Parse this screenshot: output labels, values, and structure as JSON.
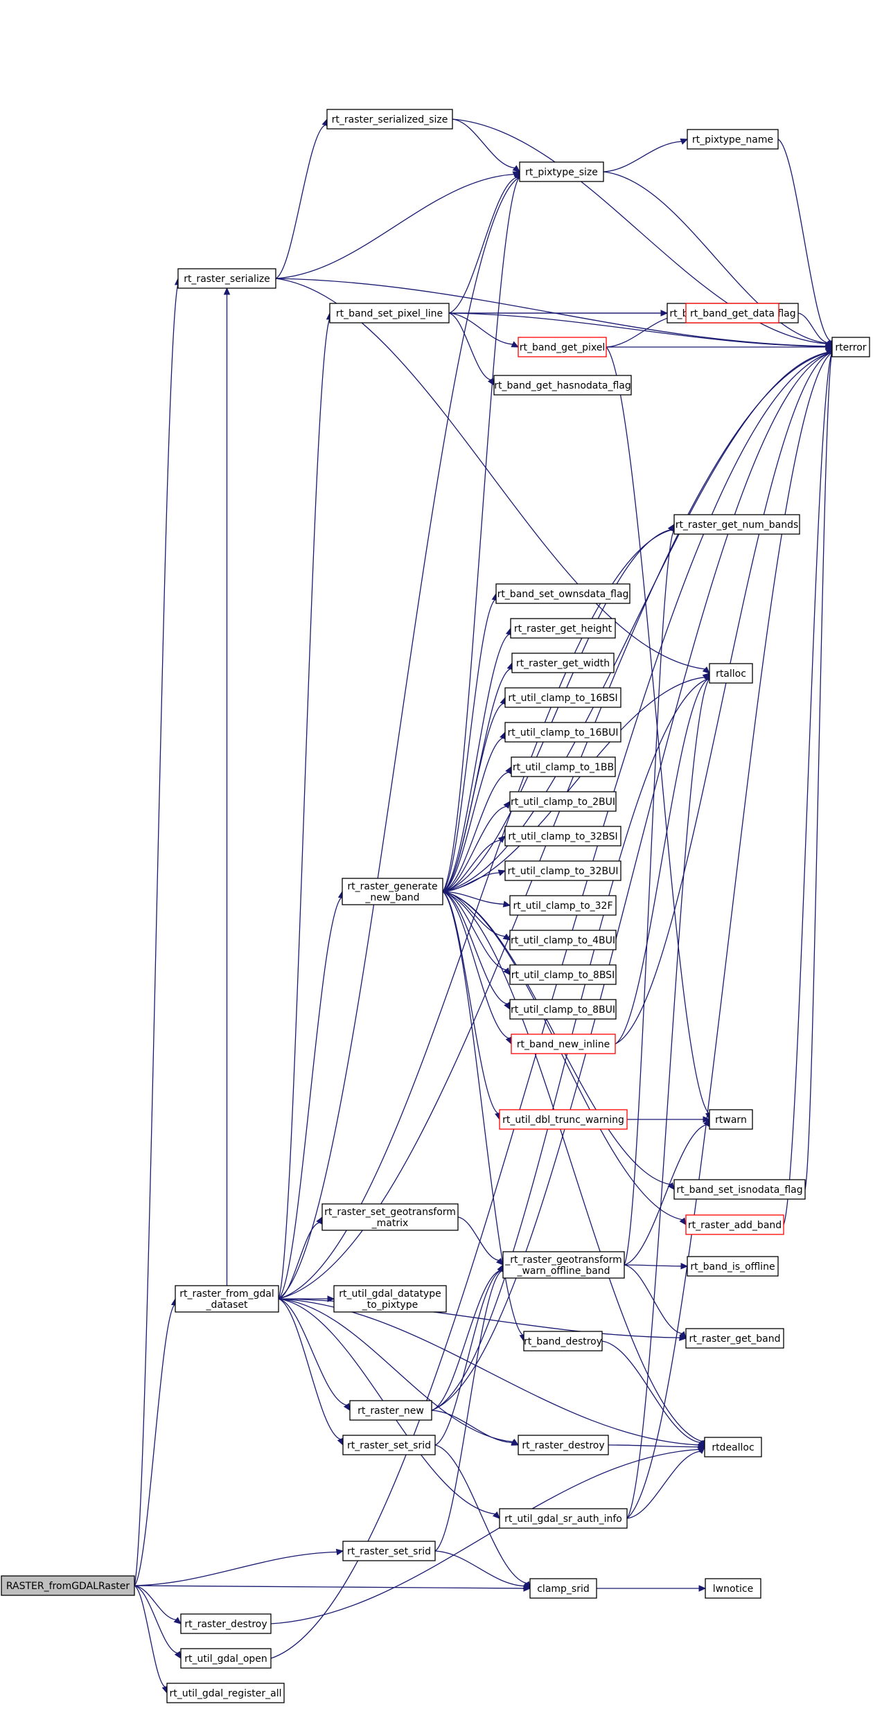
{
  "colors": {
    "edge": "#191970",
    "node_border": "#000000",
    "node_border_truncated": "#ff0000",
    "root_fill": "#bfbfbf",
    "node_fill": "#ffffff"
  },
  "nodes": {
    "RASTER_fromGDALRaster": {
      "label": [
        "RASTER_fromGDALRaster"
      ],
      "root": true
    },
    "rt_raster_serialize": {
      "label": [
        "rt_raster_serialize"
      ]
    },
    "rt_raster_serialized_size": {
      "label": [
        "rt_raster_serialized_size"
      ]
    },
    "rt_pixtype_size": {
      "label": [
        "rt_pixtype_size"
      ]
    },
    "rt_pixtype_name": {
      "label": [
        "rt_pixtype_name"
      ]
    },
    "rterror": {
      "label": [
        "rterror"
      ]
    },
    "rt_band_set_pixel_line": {
      "label": [
        "rt_band_set_pixel_line"
      ]
    },
    "rt_band_set_isnodata_flag_a": {
      "label": [
        "rt_band_set_isnodata_flag"
      ]
    },
    "rt_band_get_data": {
      "label": [
        "rt_band_get_data"
      ],
      "truncated": true
    },
    "rt_band_get_pixel": {
      "label": [
        "rt_band_get_pixel"
      ],
      "truncated": true
    },
    "rt_band_get_hasnodata_flag": {
      "label": [
        "rt_band_get_hasnodata_flag"
      ]
    },
    "rt_raster_get_num_bands": {
      "label": [
        "rt_raster_get_num_bands"
      ]
    },
    "rt_band_set_ownsdata_flag": {
      "label": [
        "rt_band_set_ownsdata_flag"
      ]
    },
    "rt_raster_get_height": {
      "label": [
        "rt_raster_get_height"
      ]
    },
    "rt_raster_get_width": {
      "label": [
        "rt_raster_get_width"
      ]
    },
    "rtalloc": {
      "label": [
        "rtalloc"
      ]
    },
    "rt_util_clamp_to_16BSI": {
      "label": [
        "rt_util_clamp_to_16BSI"
      ]
    },
    "rt_util_clamp_to_16BUI": {
      "label": [
        "rt_util_clamp_to_16BUI"
      ]
    },
    "rt_util_clamp_to_1BB": {
      "label": [
        "rt_util_clamp_to_1BB"
      ]
    },
    "rt_util_clamp_to_2BUI": {
      "label": [
        "rt_util_clamp_to_2BUI"
      ]
    },
    "rt_util_clamp_to_32BSI": {
      "label": [
        "rt_util_clamp_to_32BSI"
      ]
    },
    "rt_raster_generate_new_band": {
      "label": [
        "rt_raster_generate",
        "_new_band"
      ]
    },
    "rt_util_clamp_to_32BUI": {
      "label": [
        "rt_util_clamp_to_32BUI"
      ]
    },
    "rt_util_clamp_to_32F": {
      "label": [
        "rt_util_clamp_to_32F"
      ]
    },
    "rt_util_clamp_to_4BUI": {
      "label": [
        "rt_util_clamp_to_4BUI"
      ]
    },
    "rt_util_clamp_to_8BSI": {
      "label": [
        "rt_util_clamp_to_8BSI"
      ]
    },
    "rt_util_clamp_to_8BUI": {
      "label": [
        "rt_util_clamp_to_8BUI"
      ]
    },
    "rt_band_new_inline": {
      "label": [
        "rt_band_new_inline"
      ],
      "truncated": true
    },
    "rt_util_dbl_trunc_warning": {
      "label": [
        "rt_util_dbl_trunc_warning"
      ],
      "truncated": true
    },
    "rtwarn": {
      "label": [
        "rtwarn"
      ]
    },
    "rt_band_set_isnodata_flag_b": {
      "label": [
        "rt_band_set_isnodata_flag"
      ]
    },
    "rt_raster_add_band": {
      "label": [
        "rt_raster_add_band"
      ],
      "truncated": true
    },
    "rt_raster_set_geotransform_matrix": {
      "label": [
        "rt_raster_set_geotransform",
        "_matrix"
      ]
    },
    "rt_raster_geotransform_warn_offline_band": {
      "label": [
        "_rt_raster_geotransform",
        "_warn_offline_band"
      ]
    },
    "rt_band_is_offline": {
      "label": [
        "rt_band_is_offline"
      ]
    },
    "rt_raster_from_gdal_dataset": {
      "label": [
        "rt_raster_from_gdal",
        "_dataset"
      ]
    },
    "rt_util_gdal_datatype_to_pixtype": {
      "label": [
        "rt_util_gdal_datatype",
        "_to_pixtype"
      ]
    },
    "rt_band_destroy": {
      "label": [
        "rt_band_destroy"
      ]
    },
    "rt_raster_get_band": {
      "label": [
        "rt_raster_get_band"
      ]
    },
    "rt_raster_new": {
      "label": [
        "rt_raster_new"
      ]
    },
    "rt_raster_set_srid_a": {
      "label": [
        "rt_raster_set_srid"
      ]
    },
    "rt_raster_destroy_a": {
      "label": [
        "rt_raster_destroy"
      ]
    },
    "rtdealloc": {
      "label": [
        "rtdealloc"
      ]
    },
    "rt_util_gdal_sr_auth_info": {
      "label": [
        "rt_util_gdal_sr_auth_info"
      ]
    },
    "rt_raster_set_srid_b": {
      "label": [
        "rt_raster_set_srid"
      ]
    },
    "clamp_srid": {
      "label": [
        "clamp_srid"
      ]
    },
    "lwnotice": {
      "label": [
        "lwnotice"
      ]
    },
    "rt_raster_destroy_b": {
      "label": [
        "rt_raster_destroy"
      ]
    },
    "rt_util_gdal_open": {
      "label": [
        "rt_util_gdal_open"
      ]
    },
    "rt_util_gdal_register_all": {
      "label": [
        "rt_util_gdal_register_all"
      ]
    }
  },
  "edges": [
    [
      "RASTER_fromGDALRaster",
      "rt_raster_serialize"
    ],
    [
      "RASTER_fromGDALRaster",
      "rt_raster_from_gdal_dataset"
    ],
    [
      "RASTER_fromGDALRaster",
      "rt_raster_set_srid_b"
    ],
    [
      "RASTER_fromGDALRaster",
      "clamp_srid"
    ],
    [
      "RASTER_fromGDALRaster",
      "rt_raster_destroy_b"
    ],
    [
      "RASTER_fromGDALRaster",
      "rt_util_gdal_open"
    ],
    [
      "RASTER_fromGDALRaster",
      "rt_util_gdal_register_all"
    ],
    [
      "rt_raster_serialize",
      "rt_raster_serialized_size"
    ],
    [
      "rt_raster_serialize",
      "rt_pixtype_size"
    ],
    [
      "rt_raster_serialize",
      "rterror"
    ],
    [
      "rt_raster_serialize",
      "rtalloc"
    ],
    [
      "rt_raster_serialized_size",
      "rt_pixtype_size"
    ],
    [
      "rt_raster_serialized_size",
      "rterror"
    ],
    [
      "rt_pixtype_size",
      "rt_pixtype_name"
    ],
    [
      "rt_pixtype_size",
      "rterror"
    ],
    [
      "rt_pixtype_name",
      "rterror"
    ],
    [
      "rt_band_set_pixel_line",
      "rt_pixtype_size"
    ],
    [
      "rt_band_set_pixel_line",
      "rterror"
    ],
    [
      "rt_band_set_pixel_line",
      "rt_band_set_isnodata_flag_a"
    ],
    [
      "rt_band_set_pixel_line",
      "rt_band_get_data"
    ],
    [
      "rt_band_set_pixel_line",
      "rt_band_get_pixel"
    ],
    [
      "rt_band_set_pixel_line",
      "rt_band_get_hasnodata_flag"
    ],
    [
      "rt_band_set_isnodata_flag_a",
      "rterror"
    ],
    [
      "rt_band_get_pixel",
      "rt_band_get_data"
    ],
    [
      "rt_band_get_pixel",
      "rterror"
    ],
    [
      "rt_band_get_pixel",
      "rtwarn"
    ],
    [
      "rt_raster_generate_new_band",
      "rt_pixtype_size"
    ],
    [
      "rt_raster_generate_new_band",
      "rt_raster_get_num_bands"
    ],
    [
      "rt_raster_generate_new_band",
      "rt_band_set_ownsdata_flag"
    ],
    [
      "rt_raster_generate_new_band",
      "rt_raster_get_height"
    ],
    [
      "rt_raster_generate_new_band",
      "rt_raster_get_width"
    ],
    [
      "rt_raster_generate_new_band",
      "rtalloc"
    ],
    [
      "rt_raster_generate_new_band",
      "rt_util_clamp_to_16BSI"
    ],
    [
      "rt_raster_generate_new_band",
      "rt_util_clamp_to_16BUI"
    ],
    [
      "rt_raster_generate_new_band",
      "rt_util_clamp_to_1BB"
    ],
    [
      "rt_raster_generate_new_band",
      "rt_util_clamp_to_2BUI"
    ],
    [
      "rt_raster_generate_new_band",
      "rt_util_clamp_to_32BSI"
    ],
    [
      "rt_raster_generate_new_band",
      "rt_util_clamp_to_32BUI"
    ],
    [
      "rt_raster_generate_new_band",
      "rt_util_clamp_to_32F"
    ],
    [
      "rt_raster_generate_new_band",
      "rt_util_clamp_to_4BUI"
    ],
    [
      "rt_raster_generate_new_band",
      "rt_util_clamp_to_8BSI"
    ],
    [
      "rt_raster_generate_new_band",
      "rt_util_clamp_to_8BUI"
    ],
    [
      "rt_raster_generate_new_band",
      "rt_band_new_inline"
    ],
    [
      "rt_raster_generate_new_band",
      "rt_util_dbl_trunc_warning"
    ],
    [
      "rt_raster_generate_new_band",
      "rterror"
    ],
    [
      "rt_raster_generate_new_band",
      "rt_band_set_isnodata_flag_b"
    ],
    [
      "rt_raster_generate_new_band",
      "rt_raster_add_band"
    ],
    [
      "rt_raster_generate_new_band",
      "rt_band_destroy"
    ],
    [
      "rt_raster_generate_new_band",
      "rtdealloc"
    ],
    [
      "rt_band_new_inline",
      "rterror"
    ],
    [
      "rt_band_new_inline",
      "rtalloc"
    ],
    [
      "rt_util_dbl_trunc_warning",
      "rtwarn"
    ],
    [
      "rt_band_set_isnodata_flag_b",
      "rterror"
    ],
    [
      "rt_raster_add_band",
      "rterror"
    ],
    [
      "rt_raster_set_geotransform_matrix",
      "rt_raster_geotransform_warn_offline_band"
    ],
    [
      "rt_raster_geotransform_warn_offline_band",
      "rt_raster_get_num_bands"
    ],
    [
      "rt_raster_geotransform_warn_offline_band",
      "rtwarn"
    ],
    [
      "rt_raster_geotransform_warn_offline_band",
      "rt_band_is_offline"
    ],
    [
      "rt_raster_geotransform_warn_offline_band",
      "rt_raster_get_band"
    ],
    [
      "rt_raster_from_gdal_dataset",
      "rt_raster_serialize"
    ],
    [
      "rt_raster_from_gdal_dataset",
      "rt_pixtype_size"
    ],
    [
      "rt_raster_from_gdal_dataset",
      "rterror"
    ],
    [
      "rt_raster_from_gdal_dataset",
      "rt_band_set_pixel_line"
    ],
    [
      "rt_raster_from_gdal_dataset",
      "rt_raster_get_num_bands"
    ],
    [
      "rt_raster_from_gdal_dataset",
      "rt_raster_generate_new_band"
    ],
    [
      "rt_raster_from_gdal_dataset",
      "rt_raster_set_geotransform_matrix"
    ],
    [
      "rt_raster_from_gdal_dataset",
      "rt_util_gdal_datatype_to_pixtype"
    ],
    [
      "rt_raster_from_gdal_dataset",
      "rt_raster_get_band"
    ],
    [
      "rt_raster_from_gdal_dataset",
      "rt_raster_new"
    ],
    [
      "rt_raster_from_gdal_dataset",
      "rt_raster_set_srid_a"
    ],
    [
      "rt_raster_from_gdal_dataset",
      "rt_raster_destroy_a"
    ],
    [
      "rt_raster_from_gdal_dataset",
      "rtdealloc"
    ],
    [
      "rt_raster_from_gdal_dataset",
      "rt_util_gdal_sr_auth_info"
    ],
    [
      "rt_band_destroy",
      "rtdealloc"
    ],
    [
      "rt_raster_new",
      "rtalloc"
    ],
    [
      "rt_raster_new",
      "rt_raster_geotransform_warn_offline_band"
    ],
    [
      "rt_raster_new",
      "rt_raster_destroy_a"
    ],
    [
      "rt_raster_new",
      "rterror"
    ],
    [
      "rt_raster_set_srid_a",
      "rt_raster_geotransform_warn_offline_band"
    ],
    [
      "rt_raster_set_srid_a",
      "clamp_srid"
    ],
    [
      "rt_raster_destroy_a",
      "rtdealloc"
    ],
    [
      "rt_util_gdal_sr_auth_info",
      "rtdealloc"
    ],
    [
      "rt_util_gdal_sr_auth_info",
      "rterror"
    ],
    [
      "rt_util_gdal_sr_auth_info",
      "rtalloc"
    ],
    [
      "rt_raster_set_srid_b",
      "rt_raster_geotransform_warn_offline_band"
    ],
    [
      "rt_raster_set_srid_b",
      "clamp_srid"
    ],
    [
      "clamp_srid",
      "lwnotice"
    ],
    [
      "rt_raster_destroy_b",
      "rtdealloc"
    ],
    [
      "rt_util_gdal_open",
      "rterror"
    ]
  ]
}
